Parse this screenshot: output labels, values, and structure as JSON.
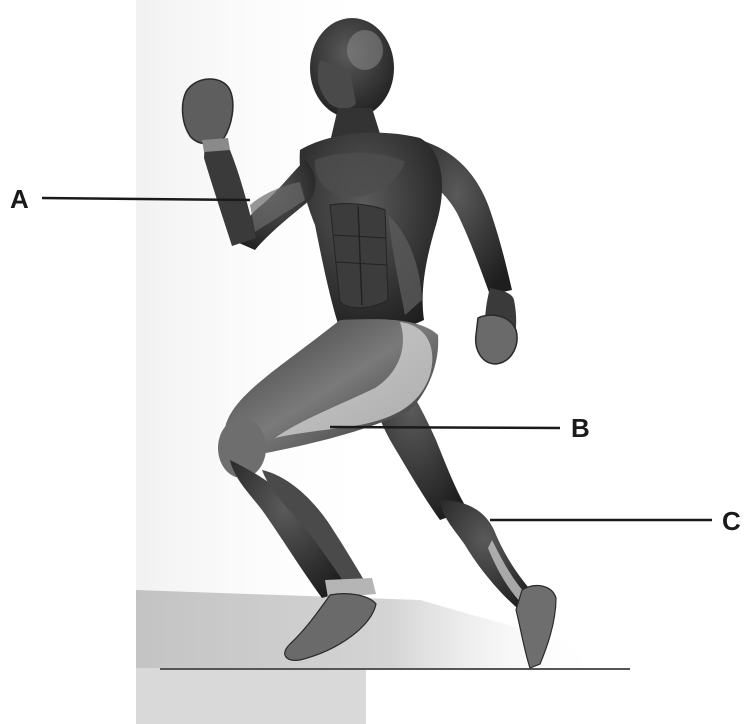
{
  "labels": {
    "a": "A",
    "b": "B",
    "c": "C"
  },
  "figure": {
    "subject": "running-human-muscular-system",
    "colors": {
      "muscle_dark": "#2b2b2b",
      "muscle_mid": "#4a4a4a",
      "tendon_light": "#d9d9d9",
      "floor_shadow": "#c8c8c8",
      "leader_line": "#1a1a1a"
    }
  }
}
